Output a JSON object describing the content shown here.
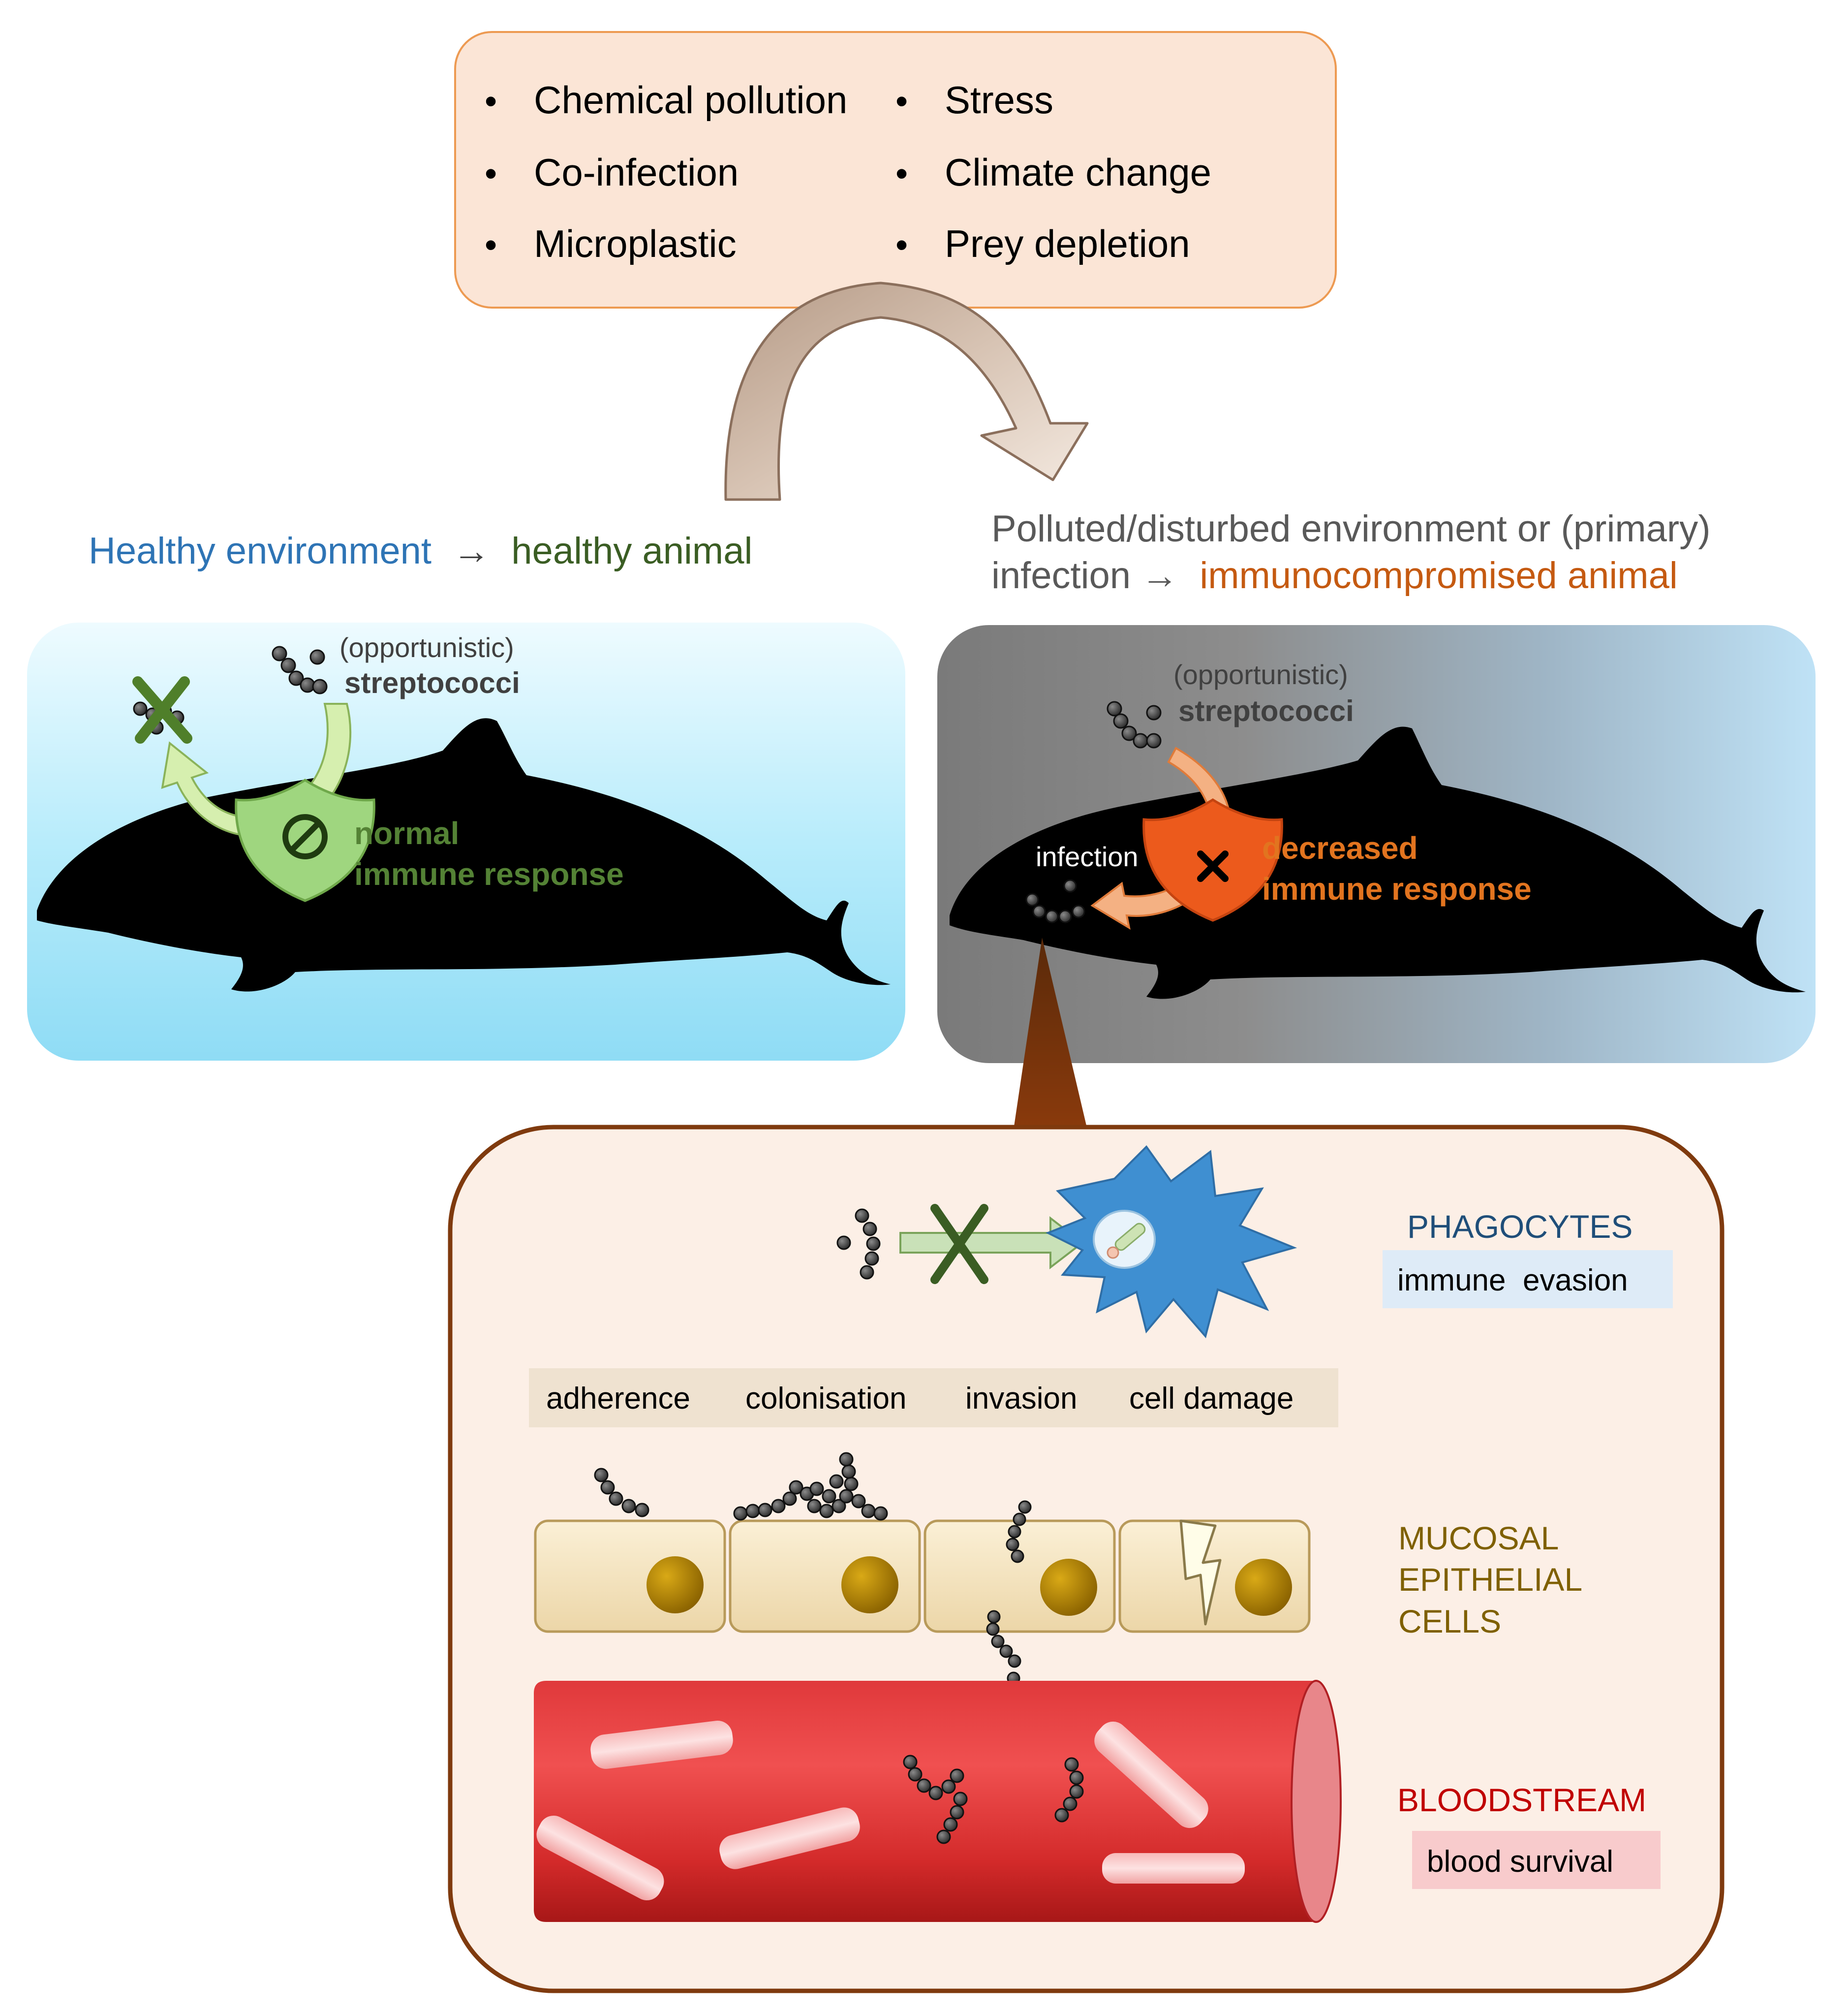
{
  "factors": {
    "left": [
      "Chemical pollution",
      "Co-infection",
      "Microplastic"
    ],
    "right": [
      "Stress",
      "Climate change",
      "Prey depletion"
    ],
    "bullet": "•"
  },
  "healthy": {
    "env": "Healthy environment",
    "arrow": "→",
    "animal": "healthy animal",
    "opp": "(opportunistic)",
    "strep": "streptococci",
    "resp1": "normal",
    "resp2": "immune response"
  },
  "polluted": {
    "line1": "Polluted/disturbed environment or (primary)",
    "line2a": "infection →",
    "line2b": "immunocompromised animal",
    "opp": "(opportunistic)",
    "strep": "streptococci",
    "infection": "infection",
    "resp1": "decreased",
    "resp2": "immune response"
  },
  "detail": {
    "phagocytes": "PHAGOCYTES",
    "evasion": "immune  evasion",
    "steps": [
      "adherence",
      "colonisation",
      "invasion",
      "cell damage"
    ],
    "mucosal": [
      "MUCOSAL",
      "EPITHELIAL",
      "CELLS"
    ],
    "bloodstream": "BLOODSTREAM",
    "survival": "blood survival"
  },
  "colors": {
    "healthy_blue": "#2e74b5",
    "healthy_green": "#3a5d23",
    "immuno_orange": "#c55a11",
    "grey_text": "#595959",
    "phagocyte_blue": "#1f4e79",
    "mucosal_gold": "#7f6000",
    "blood_red": "#c00000"
  }
}
